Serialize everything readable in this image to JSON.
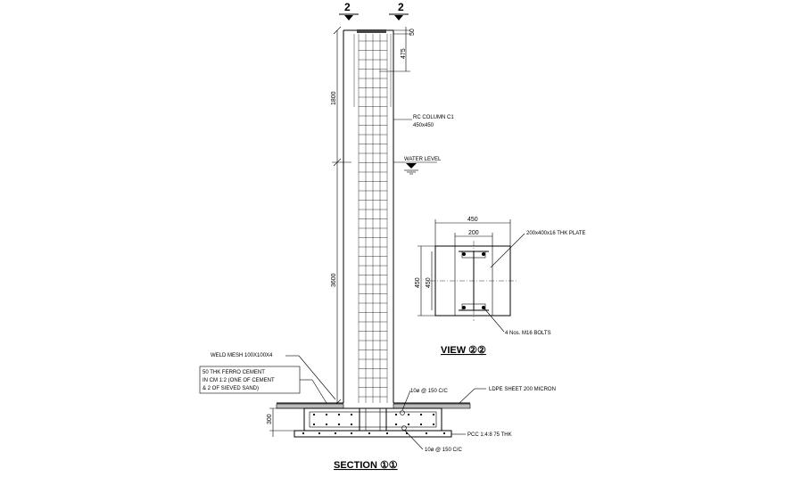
{
  "section_marks": [
    "2",
    "2"
  ],
  "dimensions": {
    "top_small": "50",
    "top_475": "475",
    "d_1800": "1800",
    "d_3600": "3600",
    "d_300": "300",
    "plate_w": "450",
    "plate_inner_w": "200",
    "plate_h_outer": "450",
    "plate_h_inner": "450"
  },
  "labels": {
    "rc_column_1": "RC COLUMN C1",
    "rc_column_2": "450x450",
    "water_level": "WATER LEVEL",
    "plate": "200x400x16 THK PLATE",
    "bolts": "4 Nos. M16 BOLTS",
    "weld_mesh": "WELD MESH 100X100X4",
    "ferro_1": "50 THK FERRO CEMENT",
    "ferro_2": "IN CM 1:2 (ONE OF CEMENT",
    "ferro_3": "& 2 OF SIEVED SAND)",
    "rebar_top": "10ø @ 150 C/C",
    "ldpe": "LDPE SHEET 200 MICRON",
    "pcc": "PCC 1:4:8 75 THK",
    "rebar_bottom": "10ø @ 150 C/C"
  },
  "titles": {
    "view": "VIEW ②②",
    "section": "SECTION ①①"
  }
}
